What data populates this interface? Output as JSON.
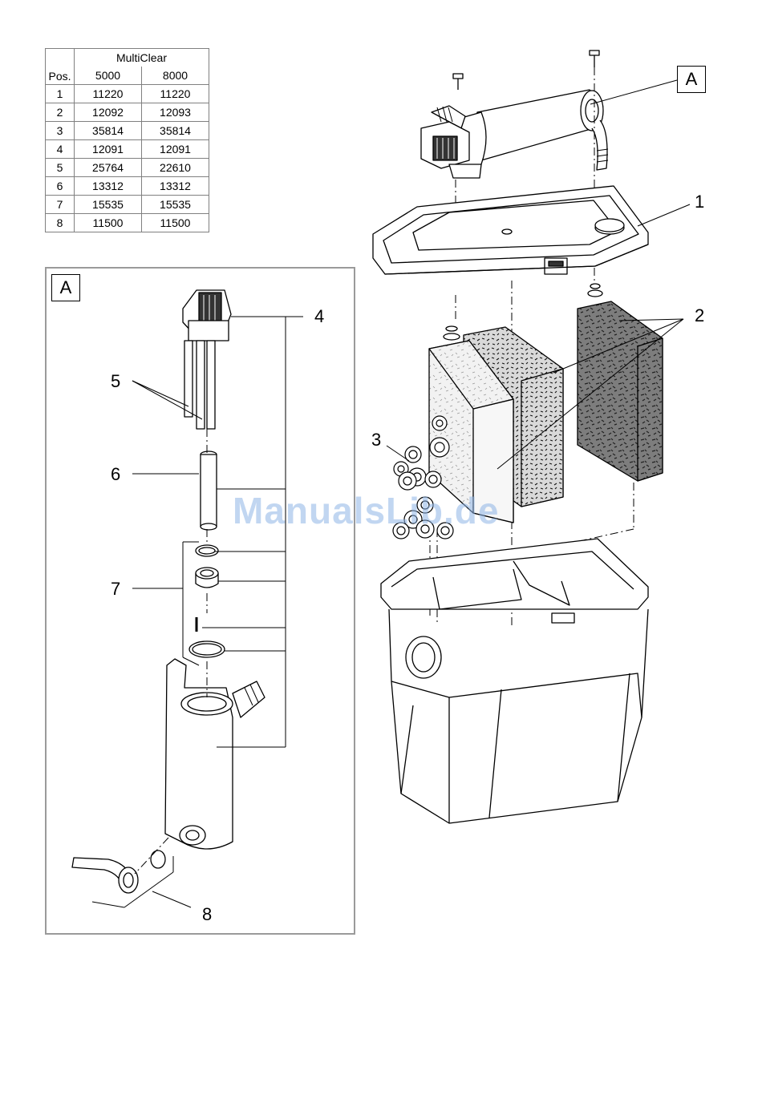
{
  "table": {
    "group_header": "MultiClear",
    "pos_header": "Pos.",
    "model_headers": [
      "5000",
      "8000"
    ],
    "rows": [
      {
        "pos": "1",
        "m5000": "11220",
        "m8000": "11220"
      },
      {
        "pos": "2",
        "m5000": "12092",
        "m8000": "12093"
      },
      {
        "pos": "3",
        "m5000": "35814",
        "m8000": "35814"
      },
      {
        "pos": "4",
        "m5000": "12091",
        "m8000": "12091"
      },
      {
        "pos": "5",
        "m5000": "25764",
        "m8000": "22610"
      },
      {
        "pos": "6",
        "m5000": "13312",
        "m8000": "13312"
      },
      {
        "pos": "7",
        "m5000": "15535",
        "m8000": "15535"
      },
      {
        "pos": "8",
        "m5000": "11500",
        "m8000": "11500"
      }
    ]
  },
  "detail_label": "A",
  "callouts": {
    "c1": "1",
    "c2": "2",
    "c3": "3",
    "c4": "4",
    "c5": "5",
    "c6": "6",
    "c7": "7",
    "c8": "8"
  },
  "watermark": "ManualsLib.de",
  "colors": {
    "line": "#000000",
    "sponge_dark": "#8c8c8c",
    "sponge_light": "#e6e6e6",
    "frame": "#9a9a9a",
    "watermark": "#8fb5e6"
  }
}
